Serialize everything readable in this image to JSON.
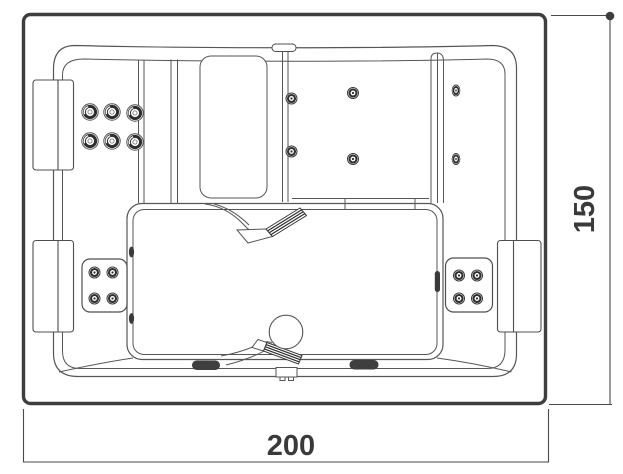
{
  "dimensions": {
    "width_label": "200",
    "height_label": "150"
  },
  "drawing": {
    "subject": "hot-tub-top-view-technical-drawing",
    "counts": {
      "backrest_jets_large": 6,
      "backrest_jets_small": 6,
      "side_jet_pads": 2,
      "jets_per_side_pad": 4,
      "rim_side_panels": 3,
      "dark_bottom_strips": 2,
      "drain_circles": 1,
      "waterfall_grilles": 2
    },
    "colors": {
      "cabinet_outline": "#3e3e3e",
      "thin_line": "#565656",
      "dimension_text": "#3a3a3a",
      "jet_dark": "#2e2e2e",
      "background": "#ffffff"
    }
  }
}
